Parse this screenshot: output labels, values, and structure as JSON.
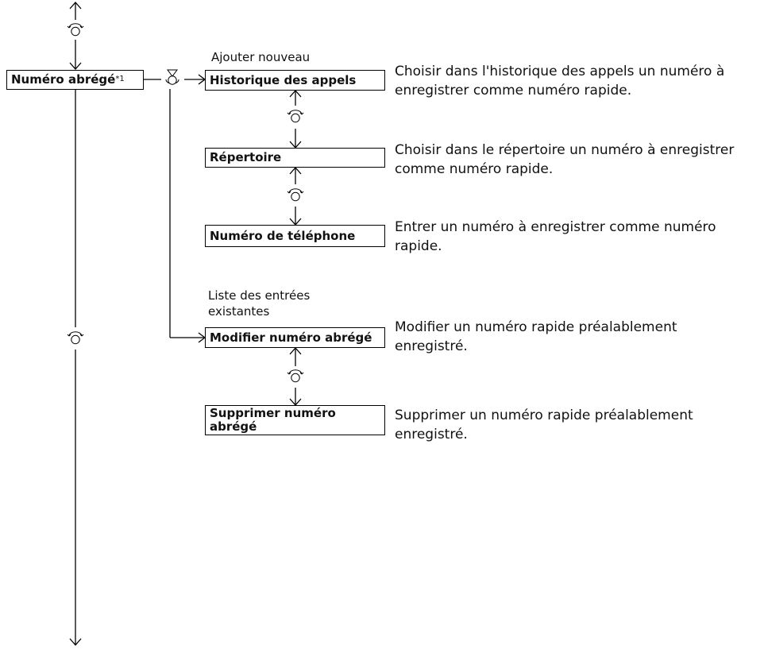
{
  "root_item": {
    "label": "Numéro abrégé",
    "superscript": "*1"
  },
  "groups": [
    {
      "heading": "Ajouter nouveau"
    },
    {
      "heading_line1": "Liste des entrées",
      "heading_line2": "existantes"
    }
  ],
  "items": [
    {
      "label": "Historique des appels",
      "description_line1": "Choisir dans l'historique des appels un numéro à",
      "description_line2": "enregistrer comme numéro rapide."
    },
    {
      "label": "Répertoire",
      "description_line1": "Choisir dans le répertoire un numéro à enregistrer",
      "description_line2": "comme numéro rapide."
    },
    {
      "label": "Numéro de téléphone",
      "description_line1": "Entrer un numéro à enregistrer comme numéro",
      "description_line2": "rapide."
    },
    {
      "label": "Modifier numéro abrégé",
      "description_line1": "Modifier un numéro rapide préalablement",
      "description_line2": "enregistré."
    },
    {
      "label_line1": "Supprimer numéro",
      "label_line2": "abrégé",
      "description_line1": "Supprimer un numéro rapide préalablement",
      "description_line2": "enregistré."
    }
  ],
  "icons": {
    "rotate": "rotate-knob-icon",
    "press": "press-knob-icon"
  },
  "colors": {
    "line": "#000000",
    "text": "#111111",
    "background": "#ffffff"
  }
}
